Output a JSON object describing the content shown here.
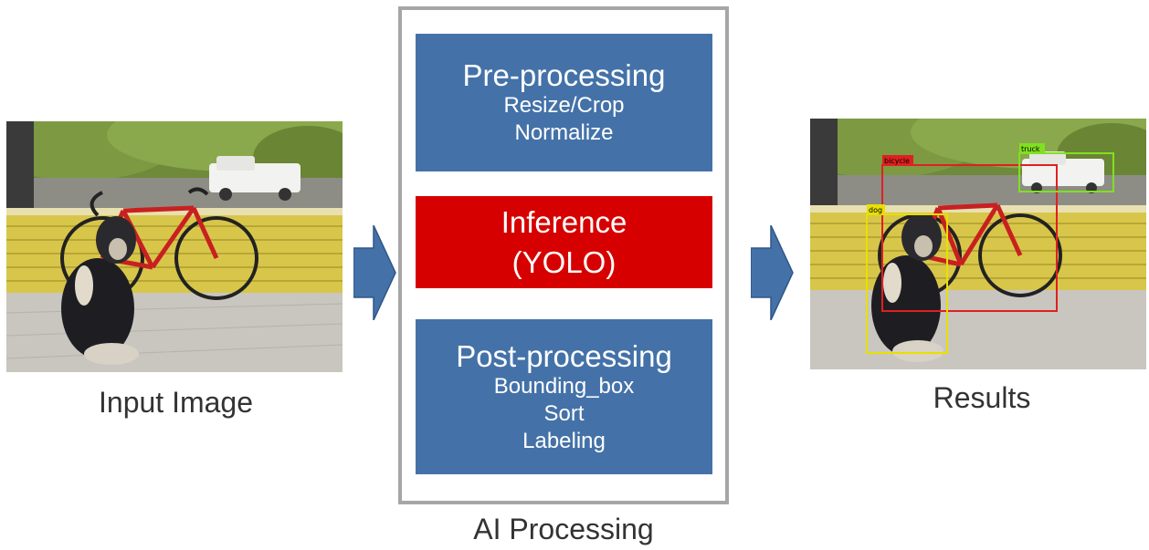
{
  "input": {
    "caption": "Input Image"
  },
  "results": {
    "caption": "Results",
    "labels": {
      "bicycle": "bicycle",
      "truck": "truck",
      "dog": "dog"
    }
  },
  "processing": {
    "caption": "AI Processing",
    "preprocessing": {
      "title": "Pre-processing",
      "steps": [
        "Resize/Crop",
        "Normalize"
      ]
    },
    "inference": {
      "title": "Inference",
      "model": "(YOLO)"
    },
    "postprocessing": {
      "title": "Post-processing",
      "steps": [
        "Bounding_box",
        "Sort",
        "Labeling"
      ]
    }
  },
  "colors": {
    "box_blue": "#4472a8",
    "box_red": "#d60000",
    "arrow": "#4472a8",
    "bbox_bicycle": "#e02020",
    "bbox_truck": "#80e020",
    "bbox_dog": "#e8e000"
  }
}
